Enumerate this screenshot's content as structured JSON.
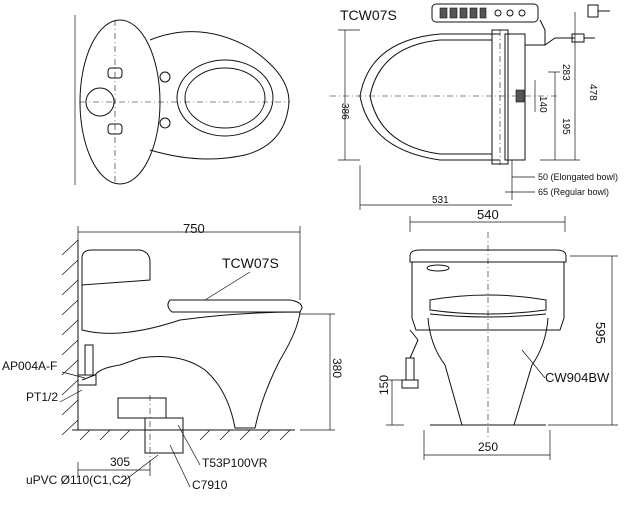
{
  "top_view": {
    "model_label": "TCW07S",
    "dimensions": {
      "width_386": "386",
      "height_283": "283",
      "height_478": "478",
      "spacing_140": "140",
      "spacing_195": "195",
      "depth_531": "531",
      "note_elongated": "50 (Elongated bowl)",
      "note_regular": "65 (Regular bowl)"
    }
  },
  "side_view": {
    "total_length": "750",
    "seat_label": "TCW07S",
    "height_380": "380",
    "offset_305": "305",
    "callouts": {
      "ap004a": "AP004A-F",
      "pt": "PT1/2",
      "upvc": "uPVC Ø110(C1,C2)",
      "t53": "T53P100VR",
      "c7910": "C7910"
    }
  },
  "front_view": {
    "width": "540",
    "height_595": "595",
    "height_150": "150",
    "base_250": "250",
    "model_label": "CW904BW"
  }
}
